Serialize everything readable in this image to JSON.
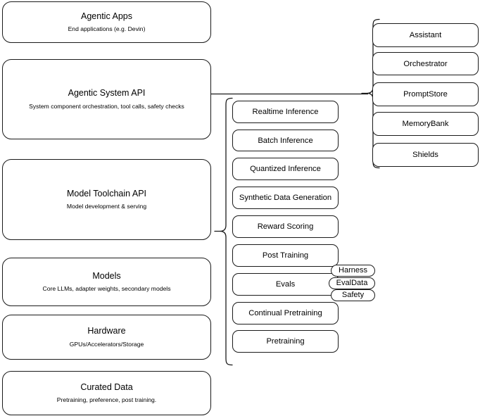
{
  "diagram": {
    "title": "Agentic AI stack layer diagram",
    "stroke_color": "#1a1a1a",
    "background_color": "#ffffff"
  },
  "stack_layers": [
    {
      "id": "agentic-apps",
      "title": "Agentic Apps",
      "subtitle": "End applications (e.g. Devin)"
    },
    {
      "id": "agentic-system-api",
      "title": "Agentic System API",
      "subtitle": "System component orchestration, tool calls, safety checks"
    },
    {
      "id": "model-toolchain-api",
      "title": "Model Toolchain API",
      "subtitle": "Model development & serving"
    },
    {
      "id": "models",
      "title": "Models",
      "subtitle": "Core LLMs, adapter weights, secondary models"
    },
    {
      "id": "hardware",
      "title": "Hardware",
      "subtitle": "GPUs/Accelerators/Storage"
    },
    {
      "id": "curated-data",
      "title": "Curated Data",
      "subtitle": "Pretraining, preference, post training."
    }
  ],
  "toolchain_capabilities": [
    {
      "id": "realtime-inference",
      "label": "Realtime Inference"
    },
    {
      "id": "batch-inference",
      "label": "Batch Inference"
    },
    {
      "id": "quantized-inference",
      "label": "Quantized Inference"
    },
    {
      "id": "synthetic-data-generation",
      "label": "Synthetic Data Generation"
    },
    {
      "id": "reward-scoring",
      "label": "Reward Scoring"
    },
    {
      "id": "post-training",
      "label": "Post Training"
    },
    {
      "id": "evals",
      "label": "Evals"
    },
    {
      "id": "continual-pretraining",
      "label": "Continual Pretraining"
    },
    {
      "id": "pretraining",
      "label": "Pretraining"
    }
  ],
  "eval_subcomponents": [
    {
      "id": "harness",
      "label": "Harness"
    },
    {
      "id": "evaldata",
      "label": "EvalData"
    },
    {
      "id": "safety",
      "label": "Safety"
    }
  ],
  "system_components": [
    {
      "id": "assistant",
      "label": "Assistant"
    },
    {
      "id": "orchestrator",
      "label": "Orchestrator"
    },
    {
      "id": "promptstore",
      "label": "PromptStore"
    },
    {
      "id": "memorybank",
      "label": "MemoryBank"
    },
    {
      "id": "shields",
      "label": "Shields"
    }
  ]
}
